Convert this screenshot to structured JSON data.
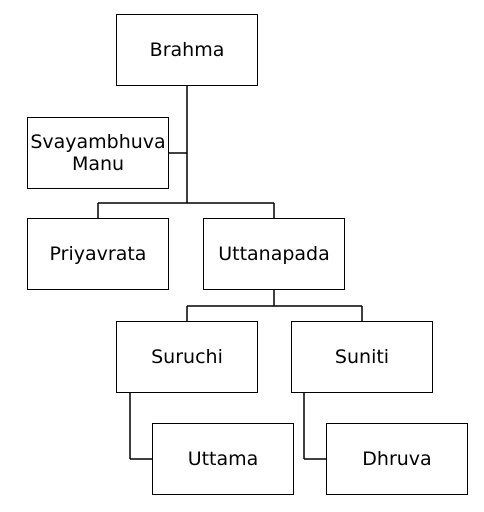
{
  "nodes": {
    "brahma": "Brahma",
    "svayambhuva_line1": "Svayambhuva",
    "svayambhuva_line2": "Manu",
    "priyavrata": "Priyavrata",
    "uttanapada": "Uttanapada",
    "suruchi": "Suruchi",
    "suniti": "Suniti",
    "uttama": "Uttama",
    "dhruva": "Dhruva"
  },
  "colors": {
    "stroke": "#000000",
    "background": "#ffffff",
    "text": "#000000"
  }
}
